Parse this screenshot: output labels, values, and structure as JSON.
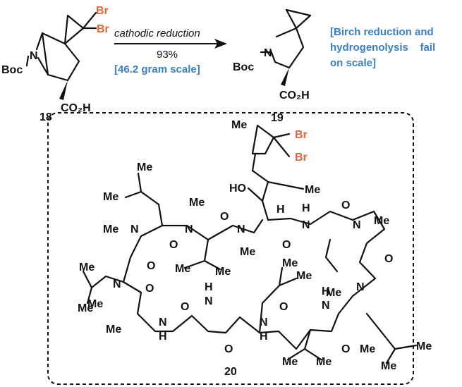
{
  "reaction": {
    "condition": "cathodic reduction",
    "yield": "93%",
    "scale": "[46.2 gram scale]",
    "note_lines": [
      "[Birch reduction and",
      "hydrogenolysis    fail",
      "on scale]"
    ]
  },
  "compounds": {
    "c18": {
      "label": "18",
      "protecting_group": "Boc",
      "acid": "CO₂H",
      "halogen_1": "Br",
      "halogen_2": "Br",
      "heteroatom": "N"
    },
    "c19": {
      "label": "19",
      "protecting_group": "Boc",
      "acid": "CO₂H",
      "heteroatom": "N"
    },
    "c20": {
      "label": "20"
    }
  },
  "atoms20": {
    "Me": "Me",
    "Br": "Br",
    "HO": "HO",
    "H": "H",
    "N": "N",
    "O": "O"
  },
  "colors": {
    "bromine": "#e0643c",
    "note": "#3a7fc1",
    "ink": "#111111"
  }
}
